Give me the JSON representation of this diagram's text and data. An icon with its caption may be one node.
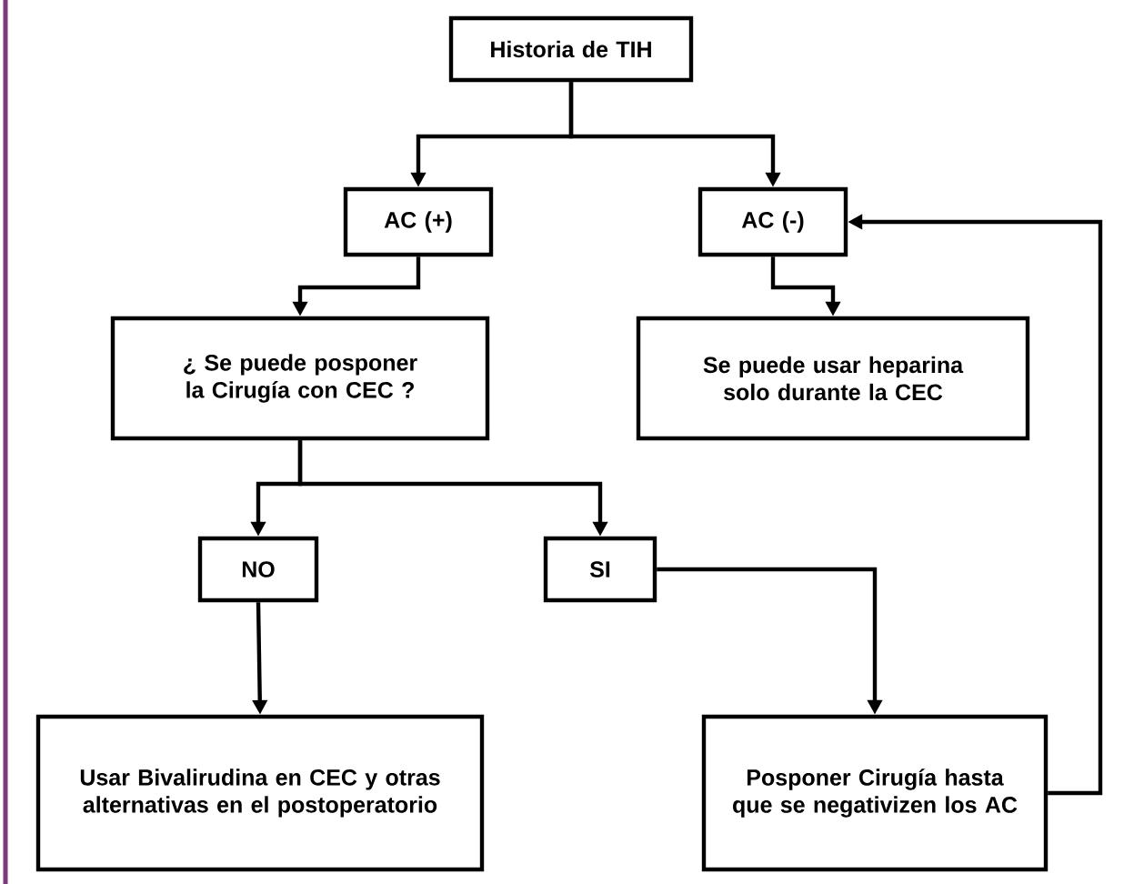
{
  "diagram": {
    "nodes": [
      {
        "text": [
          "Historia de TIH"
        ]
      },
      {
        "text": [
          "AC (+)"
        ]
      },
      {
        "text": [
          "AC (-)"
        ]
      },
      {
        "text": [
          "¿ Se puede posponer la Cirugía con CEC ?"
        ]
      },
      {
        "text": [
          "Se puede usar heparina solo durante la CEC"
        ]
      },
      {
        "text": [
          "NO"
        ]
      },
      {
        "text": [
          "SI"
        ]
      },
      {
        "text": [
          "Usar Bivalirudina en CEC y otras alternativas en el postoperatorio"
        ]
      },
      {
        "text": [
          "Posponer Cirugía hasta que se negativizen los AC"
        ]
      }
    ],
    "edges": [
      {
        "from": 0,
        "to": 1,
        "arrow": "to"
      },
      {
        "from": 0,
        "to": 2,
        "arrow": "to"
      },
      {
        "from": 1,
        "to": 3,
        "arrow": "to"
      },
      {
        "from": 2,
        "to": 4,
        "arrow": "to"
      },
      {
        "from": 3,
        "to": 5,
        "arrow": "to"
      },
      {
        "from": 3,
        "to": 6,
        "arrow": "to"
      },
      {
        "from": 5,
        "to": 7,
        "arrow": "to"
      },
      {
        "from": 6,
        "to": 8,
        "arrow": "to"
      },
      {
        "from": 8,
        "to": 2,
        "arrow": "to"
      }
    ]
  }
}
